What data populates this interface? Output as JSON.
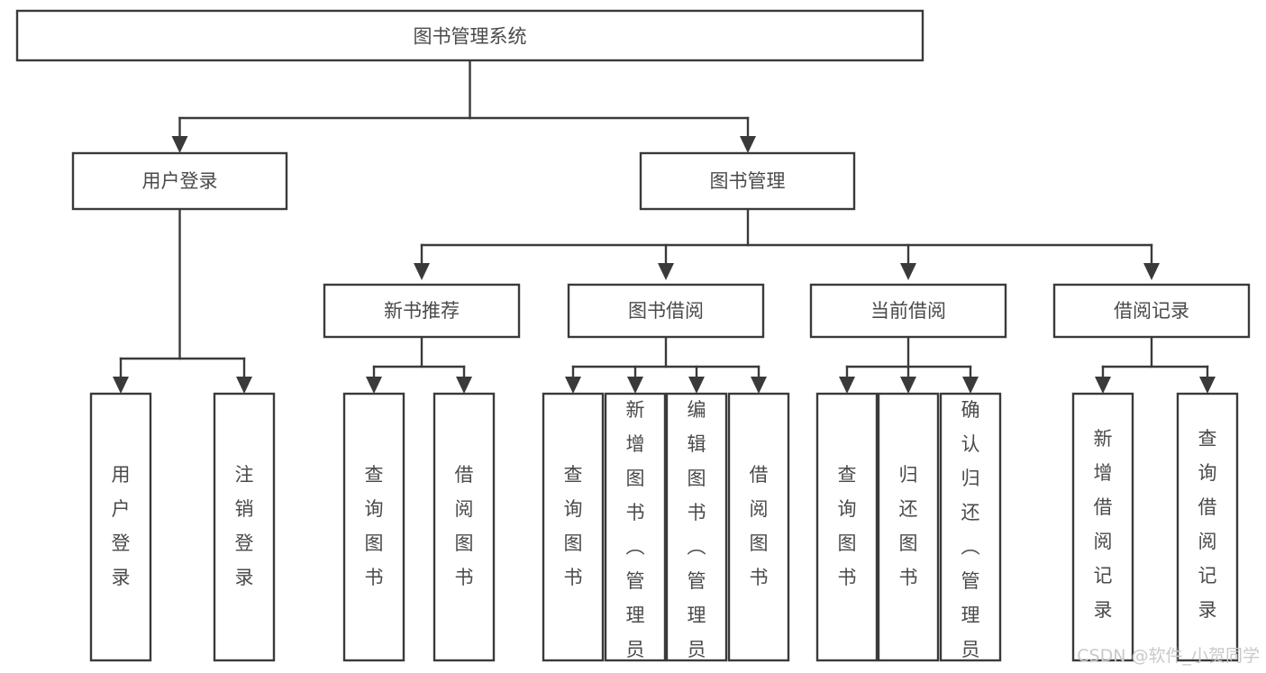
{
  "diagram": {
    "title": "图书管理系统",
    "type": "tree-hierarchy-diagram",
    "background_color": "#ffffff",
    "stroke_color": "#3a3a3a",
    "text_color": "#4a4a4a",
    "watermark": "CSDN @软件_小贺同学",
    "root": {
      "label": "图书管理系统",
      "id": "root"
    },
    "level2": [
      {
        "id": "user-login",
        "label": "用户登录"
      },
      {
        "id": "book-management",
        "label": "图书管理"
      }
    ],
    "level3": [
      {
        "id": "new-book-recommend",
        "label": "新书推荐",
        "parent": "book-management"
      },
      {
        "id": "book-borrow",
        "label": "图书借阅",
        "parent": "book-management"
      },
      {
        "id": "current-borrow",
        "label": "当前借阅",
        "parent": "book-management"
      },
      {
        "id": "borrow-record",
        "label": "借阅记录",
        "parent": "book-management"
      }
    ],
    "leaves": {
      "user-login": [
        {
          "id": "leaf-user-login",
          "label": "用户登录"
        },
        {
          "id": "leaf-user-logout",
          "label": "注销登录"
        }
      ],
      "new-book-recommend": [
        {
          "id": "leaf-query-book-1",
          "label": "查询图书"
        },
        {
          "id": "leaf-borrow-book-1",
          "label": "借阅图书"
        }
      ],
      "book-borrow": [
        {
          "id": "leaf-query-book-2",
          "label": "查询图书"
        },
        {
          "id": "leaf-add-book",
          "label": "新增图书（管理员）"
        },
        {
          "id": "leaf-edit-book",
          "label": "编辑图书（管理员）"
        },
        {
          "id": "leaf-borrow-book-2",
          "label": "借阅图书"
        }
      ],
      "current-borrow": [
        {
          "id": "leaf-query-book-3",
          "label": "查询图书"
        },
        {
          "id": "leaf-return-book",
          "label": "归还图书"
        },
        {
          "id": "leaf-confirm-return",
          "label": "确认归还（管理员）"
        }
      ],
      "borrow-record": [
        {
          "id": "leaf-add-record",
          "label": "新增借阅记录"
        },
        {
          "id": "leaf-query-record",
          "label": "查询借阅记录"
        }
      ]
    }
  }
}
